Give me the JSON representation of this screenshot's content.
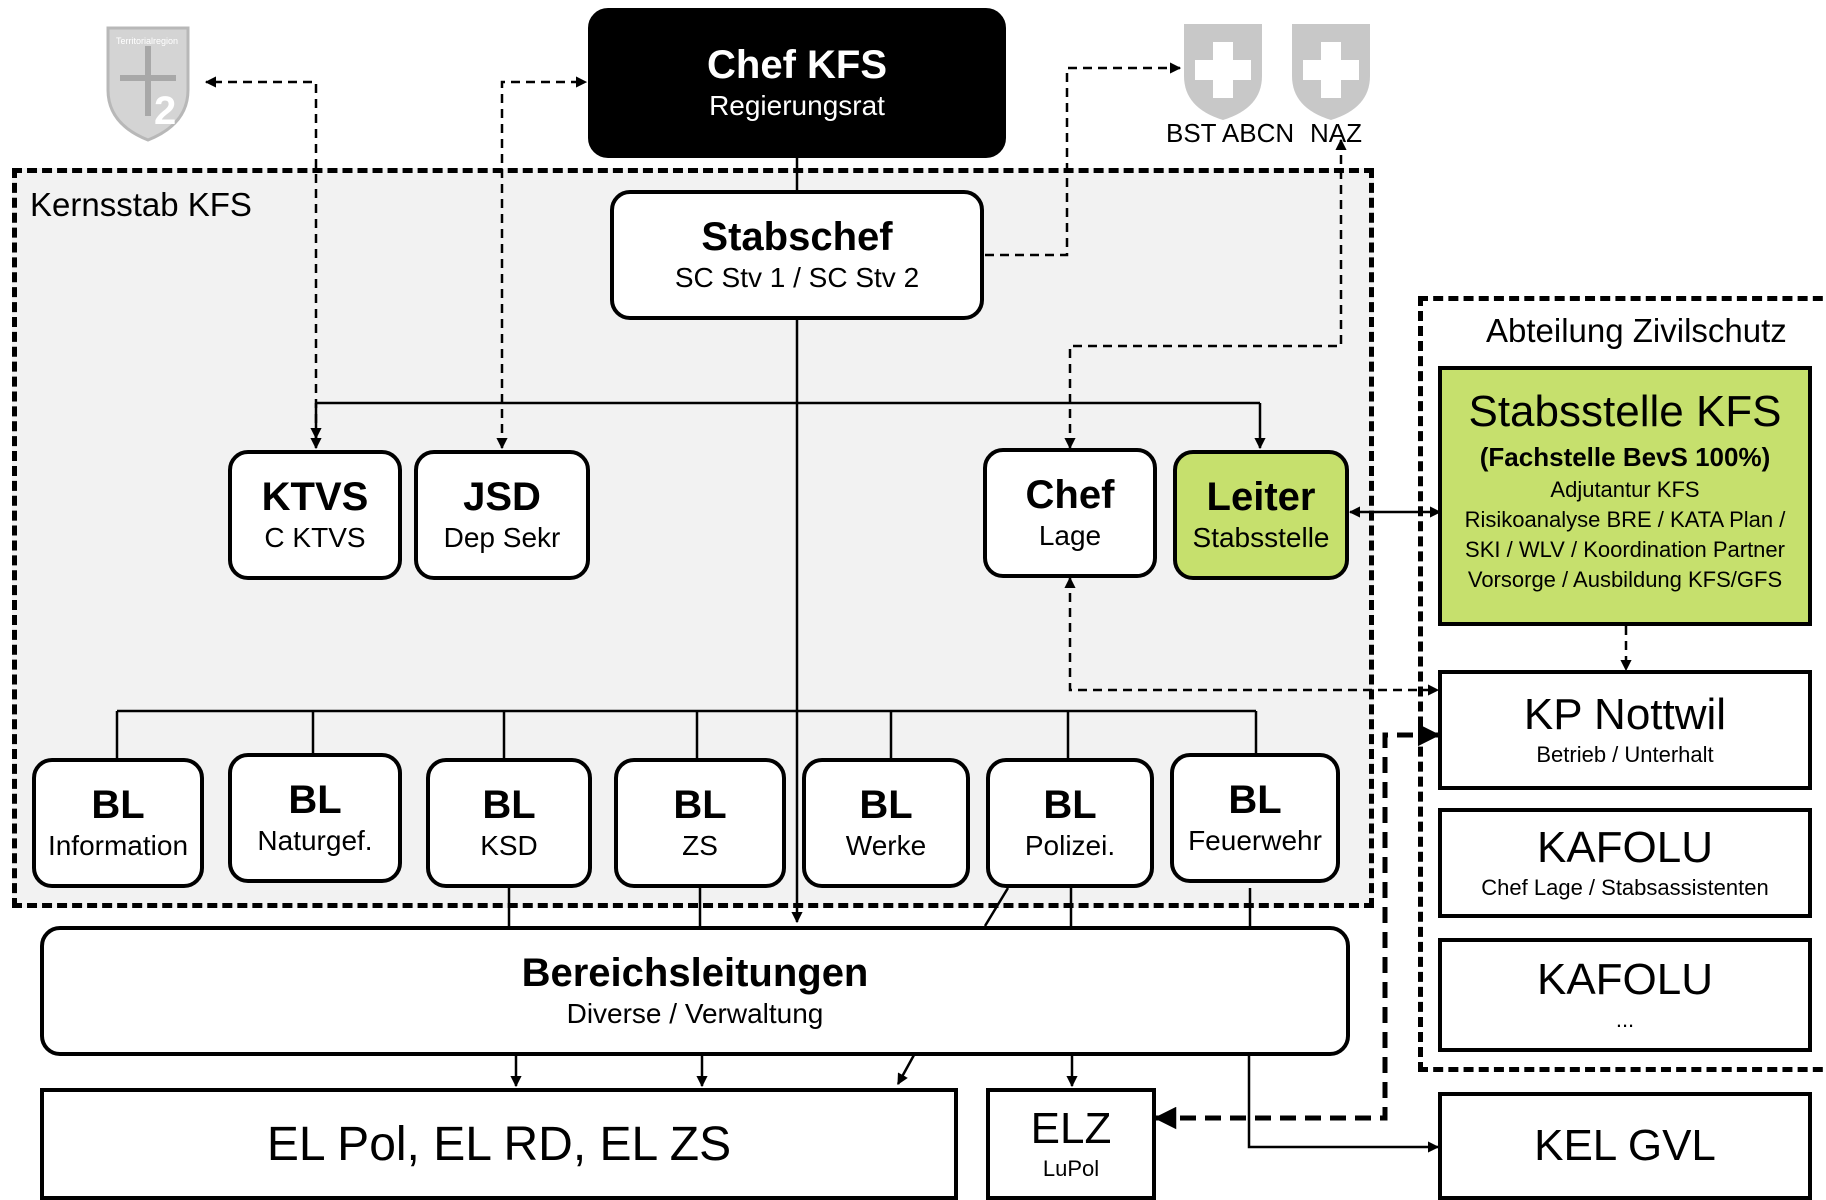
{
  "top": {
    "chef": {
      "title": "Chef KFS",
      "sub": "Regierungsrat"
    },
    "bst_label": "BST ABCN",
    "naz_label": "NAZ",
    "logo_text": "Territorialregion",
    "logo_number": "2"
  },
  "kernstab": {
    "label": "Kernsstab KFS",
    "stabschef": {
      "title": "Stabschef",
      "sub": "SC Stv 1 / SC Stv 2"
    },
    "ktvs": {
      "title": "KTVS",
      "sub": "C KTVS"
    },
    "jsd": {
      "title": "JSD",
      "sub": "Dep Sekr"
    },
    "chef_lage": {
      "title": "Chef",
      "sub": "Lage"
    },
    "leiter": {
      "title": "Leiter",
      "sub": "Stabsstelle"
    },
    "bl": [
      {
        "title": "BL",
        "sub": "Information"
      },
      {
        "title": "BL",
        "sub": "Naturgef."
      },
      {
        "title": "BL",
        "sub": "KSD"
      },
      {
        "title": "BL",
        "sub": "ZS"
      },
      {
        "title": "BL",
        "sub": "Werke"
      },
      {
        "title": "BL",
        "sub": "Polizei."
      },
      {
        "title": "BL",
        "sub": "Feuerwehr"
      }
    ]
  },
  "zivilschutz": {
    "label": "Abteilung Zivilschutz",
    "stabsstelle": {
      "title": "Stabsstelle KFS",
      "bold": "(Fachstelle BevS 100%)",
      "lines": [
        "Adjutantur KFS",
        "Risikoanalyse BRE / KATA Plan /",
        "SKI / WLV  / Koordination Partner",
        "Vorsorge  / Ausbildung KFS/GFS"
      ]
    },
    "kp": {
      "title": "KP Nottwil",
      "sub": "Betrieb / Unterhalt"
    },
    "kafolu1": {
      "title": "KAFOLU",
      "sub": "Chef Lage / Stabsassistenten"
    },
    "kafolu2": {
      "title": "KAFOLU",
      "sub": "..."
    }
  },
  "bottom": {
    "bereich": {
      "title": "Bereichsleitungen",
      "sub": "Diverse / Verwaltung"
    },
    "el": {
      "title": "EL Pol, EL RD, EL ZS"
    },
    "elz": {
      "title": "ELZ",
      "sub": "LuPol"
    },
    "kel": {
      "title": "KEL GVL"
    }
  },
  "colors": {
    "green": "#c6e06d",
    "panel": "#f2f2f2",
    "swiss_grey": "#c8c8c8"
  }
}
